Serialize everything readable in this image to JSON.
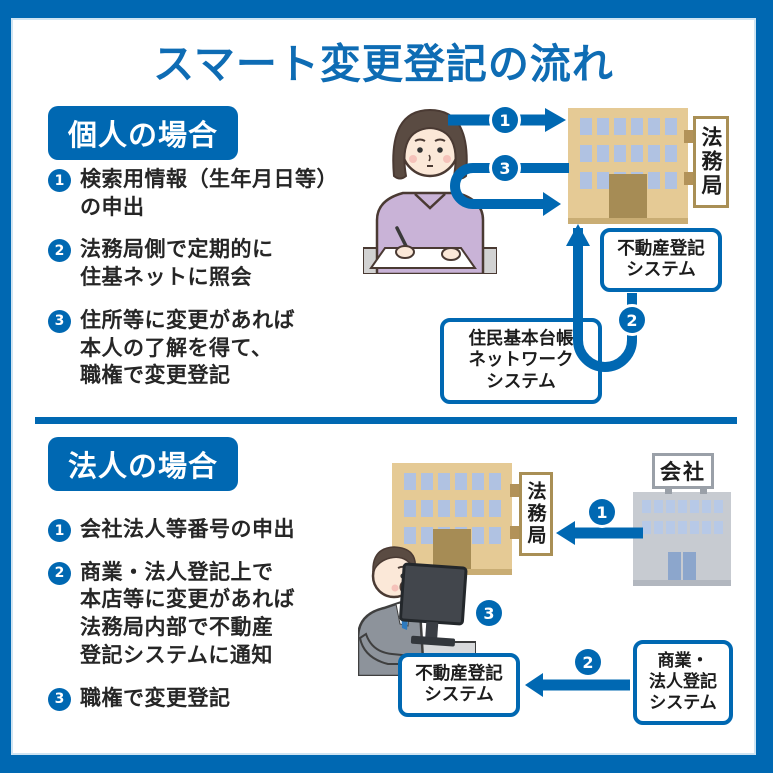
{
  "title": "スマート変更登記の流れ",
  "colors": {
    "accent_blue": "#0068b2",
    "building_tan": "#e5ca95",
    "window_blue": "#b0c2e2",
    "company_gray": "#c7cbd1"
  },
  "section_individual": {
    "heading": "個人の場合",
    "steps": [
      {
        "num": "1",
        "text": "検索用情報（生年月日等）\nの申出"
      },
      {
        "num": "2",
        "text": "法務局側で定期的に\n住基ネットに照会"
      },
      {
        "num": "3",
        "text": "住所等に変更があれば\n本人の了解を得て、\n職権で変更登記"
      }
    ],
    "flow": {
      "building_sign": "法務局",
      "n1": "1",
      "n2": "2",
      "n3": "3",
      "realestate_system": "不動産登記\nシステム",
      "juki_system": "住民基本台帳\nネットワーク\nシステム"
    }
  },
  "section_corporate": {
    "heading": "法人の場合",
    "steps": [
      {
        "num": "1",
        "text": "会社法人等番号の申出"
      },
      {
        "num": "2",
        "text": "商業・法人登記上で\n本店等に変更があれば\n法務局内部で不動産\n登記システムに通知"
      },
      {
        "num": "3",
        "text": "職権で変更登記"
      }
    ],
    "flow": {
      "building_sign": "法務局",
      "company_sign": "会社",
      "n1": "1",
      "n2": "2",
      "n3": "3",
      "realestate_system": "不動産登記\nシステム",
      "commercial_system": "商業・\n法人登記\nシステム"
    }
  }
}
